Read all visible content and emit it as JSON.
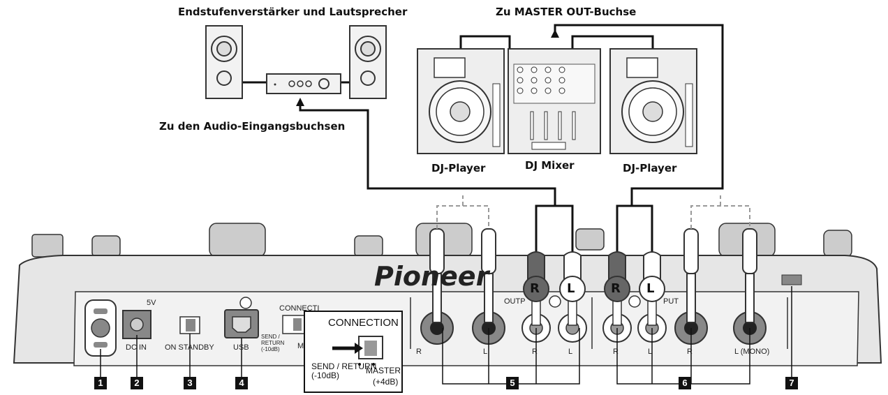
{
  "top_labels": {
    "amplifier": "Endstufenverstärker und Lautsprecher",
    "master_out": "Zu MASTER OUT-Buchse",
    "audio_inputs": "Zu den Audio-Eingangsbuchsen"
  },
  "devices": {
    "player_left": "DJ-Player",
    "mixer": "DJ Mixer",
    "player_right": "DJ-Player",
    "brand": "Pioneer"
  },
  "panel": {
    "power_label": "5V",
    "dc_in": "DC IN",
    "power_switch": "ON  STANDBY",
    "usb": "USB",
    "connection_small": "CONNECTI",
    "send_return_small": "SEND / RETURN (-10dB)",
    "master_small": "M",
    "output_label": "OUTP",
    "input_label": "PUT",
    "r": "R",
    "l": "L",
    "l_mono": "L (MONO)",
    "brand_logo": "Pioneer"
  },
  "callout": {
    "title": "CONNECTION",
    "send_return": "SEND / RETURN",
    "send_return_db": "(-10dB)",
    "master": "MASTER",
    "master_db": "(+4dB)"
  },
  "plugs": {
    "r": "R",
    "l": "L"
  },
  "numbers": [
    "1",
    "2",
    "3",
    "4",
    "5",
    "6",
    "7"
  ]
}
